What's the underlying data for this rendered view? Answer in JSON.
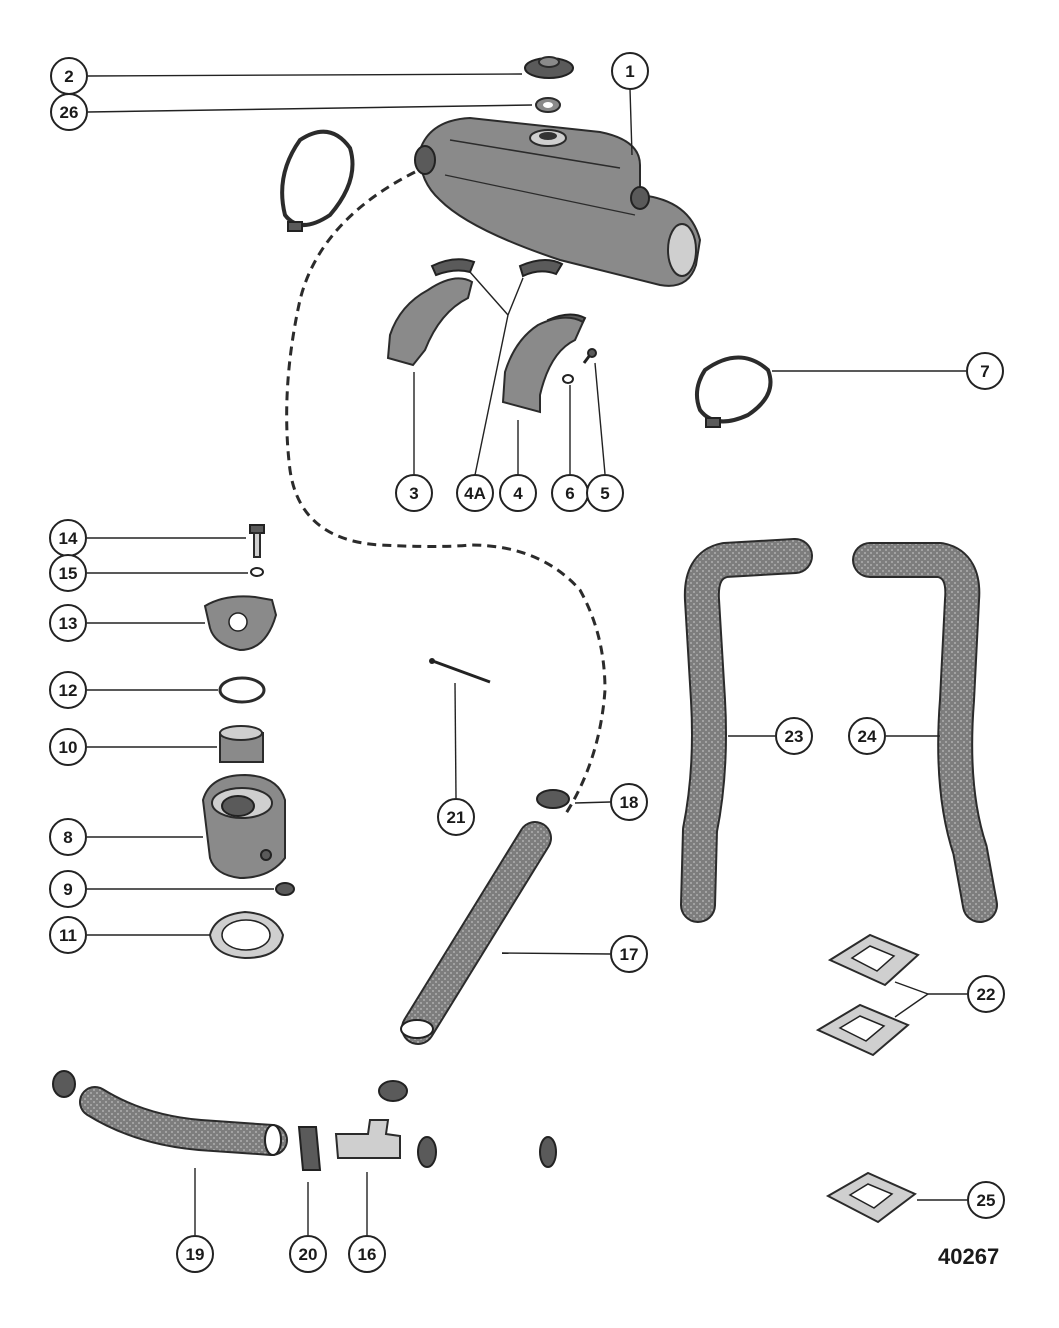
{
  "figure_number": "40267",
  "callouts": {
    "c1": "1",
    "c2": "2",
    "c26a": "26",
    "c3": "3",
    "c4a": "4A",
    "c4": "4",
    "c6": "6",
    "c5": "5",
    "c7": "7",
    "c14": "14",
    "c15": "15",
    "c13": "13",
    "c12": "12",
    "c10": "10",
    "c8": "8",
    "c9": "9",
    "c11": "11",
    "c21": "21",
    "c18": "18",
    "c17": "17",
    "c23": "23",
    "c24": "24",
    "c22": "22",
    "c25": "25",
    "c19": "19",
    "c20": "20",
    "c16": "16"
  }
}
